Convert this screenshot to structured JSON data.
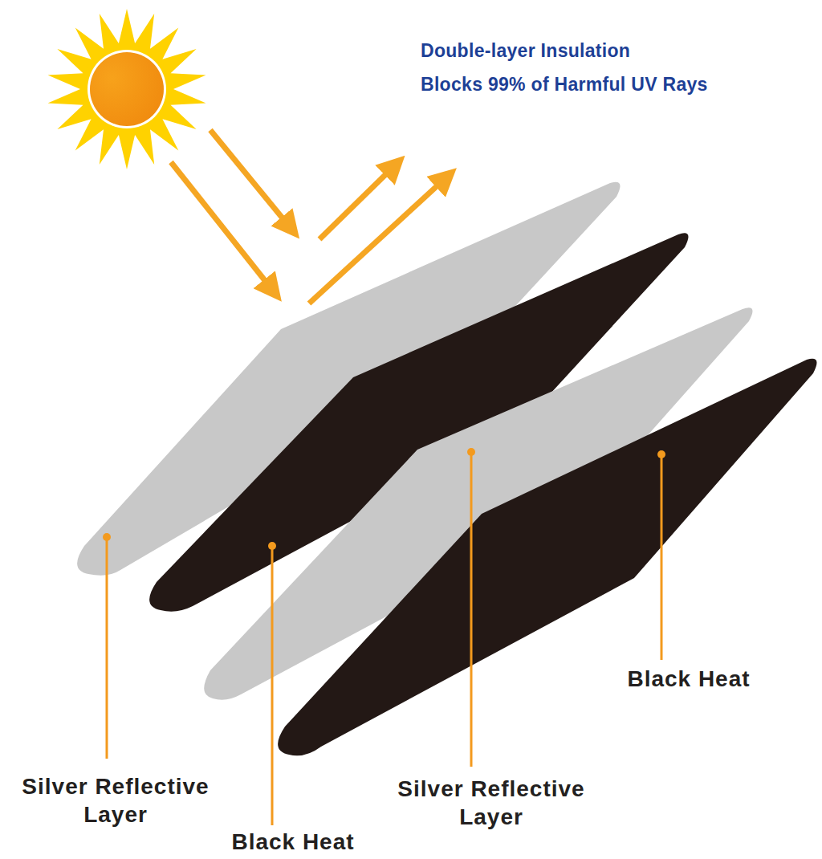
{
  "diagram": {
    "labels": [
      "Double-layer Insulation",
      "Blocks 99% of Harmful UV Rays",
      "Silver Reflective Layer",
      "Black Heat",
      "Silver Reflective Layer",
      "Black Heat"
    ]
  }
}
